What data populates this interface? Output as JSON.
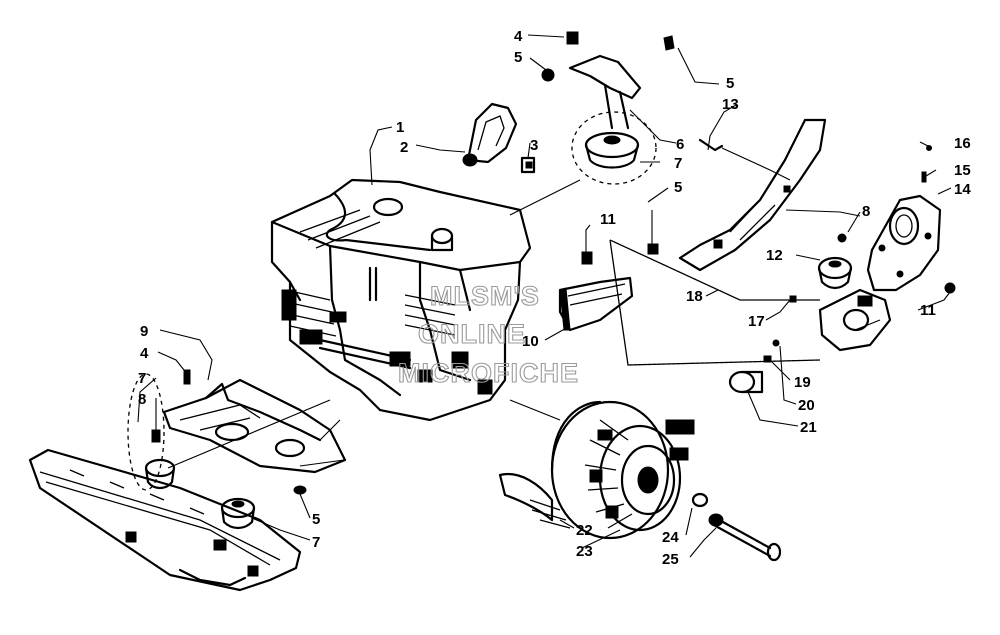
{
  "callouts": {
    "c1": "1",
    "c2": "2",
    "c3": "3",
    "c4a": "4",
    "c5a": "5",
    "c5b": "5",
    "c13": "13",
    "c6": "6",
    "c7a": "7",
    "c16": "16",
    "c15": "15",
    "c14": "14",
    "c8a": "8",
    "c5c": "5",
    "c11a": "11",
    "c12": "12",
    "c11b": "11",
    "c18": "18",
    "c17": "17",
    "c10": "10",
    "c19": "19",
    "c20": "20",
    "c21": "21",
    "c9": "9",
    "c4b": "4",
    "c7b": "7",
    "c8b": "8",
    "c5d": "5",
    "c7c": "7",
    "c22": "22",
    "c23": "23",
    "c24": "24",
    "c25": "25"
  },
  "watermark": {
    "line1": "MLSM'S",
    "line2": "ONLINE",
    "line3": "MICROFICHE"
  },
  "colors": {
    "ink": "#000000",
    "paper": "#ffffff",
    "watermark": "#9a9a9a"
  }
}
